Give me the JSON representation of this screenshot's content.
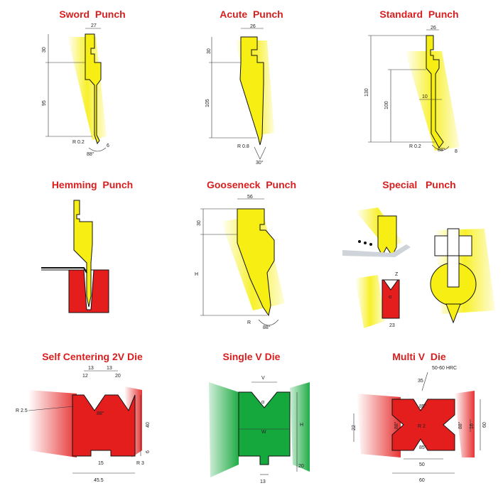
{
  "colors": {
    "title": "#d81e1e",
    "punch": "#f7ef14",
    "die": "#e41d1d",
    "green_die": "#15a83d",
    "outline": "#111111"
  },
  "panels": [
    {
      "title": "Sword  Punch",
      "dims": [
        "27",
        "30",
        "95",
        "R 0.2",
        "88°",
        "6"
      ]
    },
    {
      "title": "Acute  Punch",
      "dims": [
        "26",
        "30",
        "105",
        "R 0.8",
        "30°"
      ]
    },
    {
      "title": "Standard  Punch",
      "dims": [
        "26",
        "130",
        "100",
        "10",
        "R 0.2",
        "88°",
        "8"
      ]
    },
    {
      "title": "Hemming  Punch",
      "dims": []
    },
    {
      "title": "Gooseneck  Punch",
      "dims": [
        "56",
        "30",
        "H",
        "R",
        "88°"
      ]
    },
    {
      "title": "Special   Punch",
      "dims": [
        "23",
        "Z",
        "α"
      ]
    },
    {
      "title": "Self Centering 2V Die",
      "dims": [
        "13",
        "13",
        "12",
        "20",
        "R 2.5",
        "88°",
        "40",
        "6",
        "15",
        "R 3",
        "45.5"
      ]
    },
    {
      "title": "Single V Die",
      "dims": [
        "V",
        "α",
        "W",
        "H",
        "20",
        "13"
      ]
    },
    {
      "title": "Multi V  Die",
      "dims": [
        "50-60 HRC",
        "35",
        "85°",
        "88°",
        "22",
        "R 2",
        "88°",
        "16",
        "60",
        "85°",
        "50",
        "60"
      ]
    }
  ]
}
